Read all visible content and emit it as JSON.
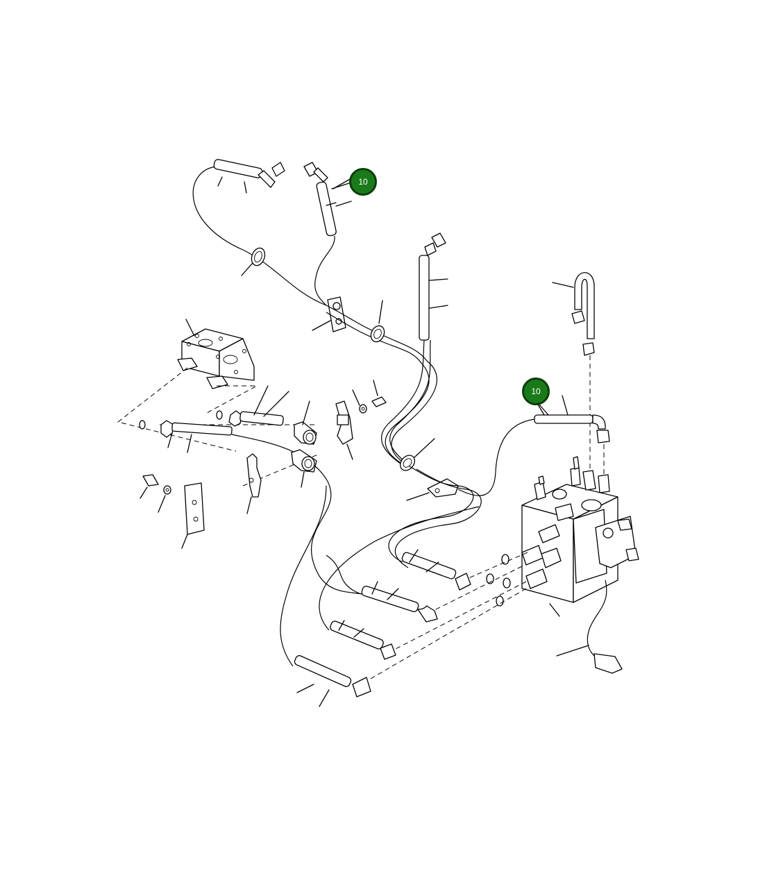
{
  "callouts": [
    {
      "id": "callout-1",
      "label": "10",
      "color": "#1a7a1a"
    },
    {
      "id": "callout-2",
      "label": "10",
      "color": "#1a7a1a"
    }
  ],
  "figure_code": ""
}
